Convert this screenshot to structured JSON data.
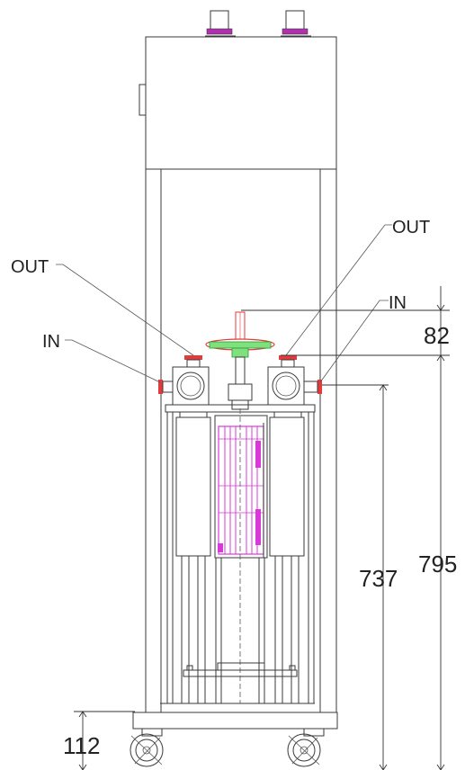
{
  "labels": {
    "out_left": "OUT",
    "in_left": "IN",
    "out_right": "OUT",
    "in_right": "IN"
  },
  "dimensions": {
    "dim_top": "82",
    "dim_inlet_height": "737",
    "dim_total_height": "795",
    "dim_caster": "112"
  },
  "colors": {
    "outline": "#3a3a3a",
    "valve": "#e23b3b",
    "handwheel": "#33cc33",
    "filter": "#d83ad8"
  }
}
